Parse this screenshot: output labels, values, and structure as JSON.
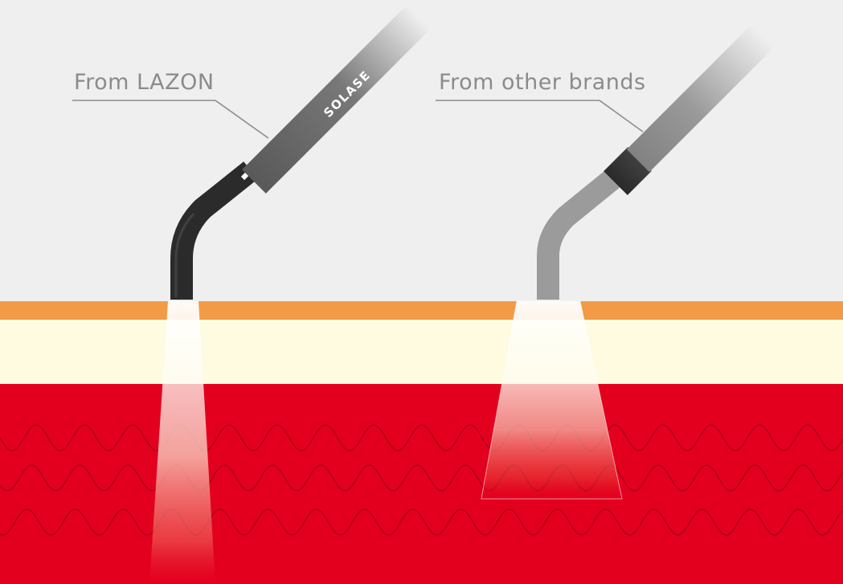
{
  "labels": {
    "left_callout": "From LAZON",
    "right_callout": "From other brands",
    "handpiece_brand": "SOLASE"
  },
  "colors": {
    "background": "#efefef",
    "gum_layer": "#f39a47",
    "tissue_layer": "#fefbe0",
    "blood_layer": "#e3001f",
    "wave_line": "#b3001a",
    "leader_line": "#8b8b8b",
    "left_handpiece_tip": "#2b2b2b",
    "left_handpiece_body": "#555555",
    "right_handpiece_tip": "#9b9b9b",
    "right_handpiece_collar": "#2f2f2f"
  }
}
